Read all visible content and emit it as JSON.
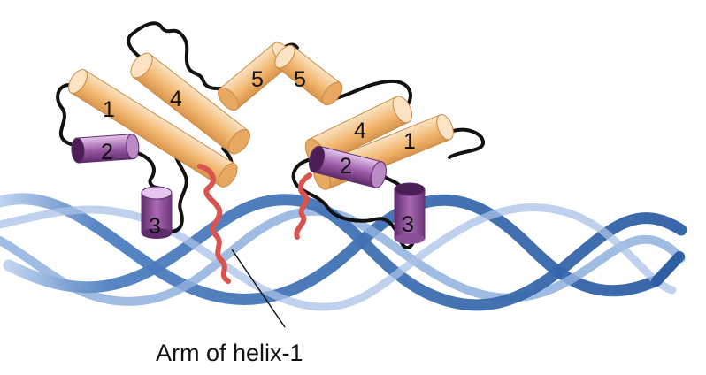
{
  "figure": {
    "caption": "Arm of helix-1",
    "left_monomer": {
      "helix_labels": {
        "h1": "1",
        "h2": "2",
        "h3": "3",
        "h4": "4",
        "h5": "5"
      }
    },
    "right_monomer": {
      "helix_labels": {
        "h1": "1",
        "h2": "2",
        "h3": "3",
        "h4": "4",
        "h5": "5"
      }
    },
    "colors": {
      "helix_tan": "#f2b872",
      "helix_tan_light": "#fbe3c3",
      "helix_tan_dark": "#d9944c",
      "helix_purple": "#9a5aa6",
      "helix_purple_light": "#e6c6ee",
      "helix_purple_dark": "#5f2c6b",
      "arm_red": "#d9534f",
      "dna_blue": "#3f6fb3",
      "dna_blue_light": "#bcd1ee",
      "loop_black": "#111111"
    }
  }
}
